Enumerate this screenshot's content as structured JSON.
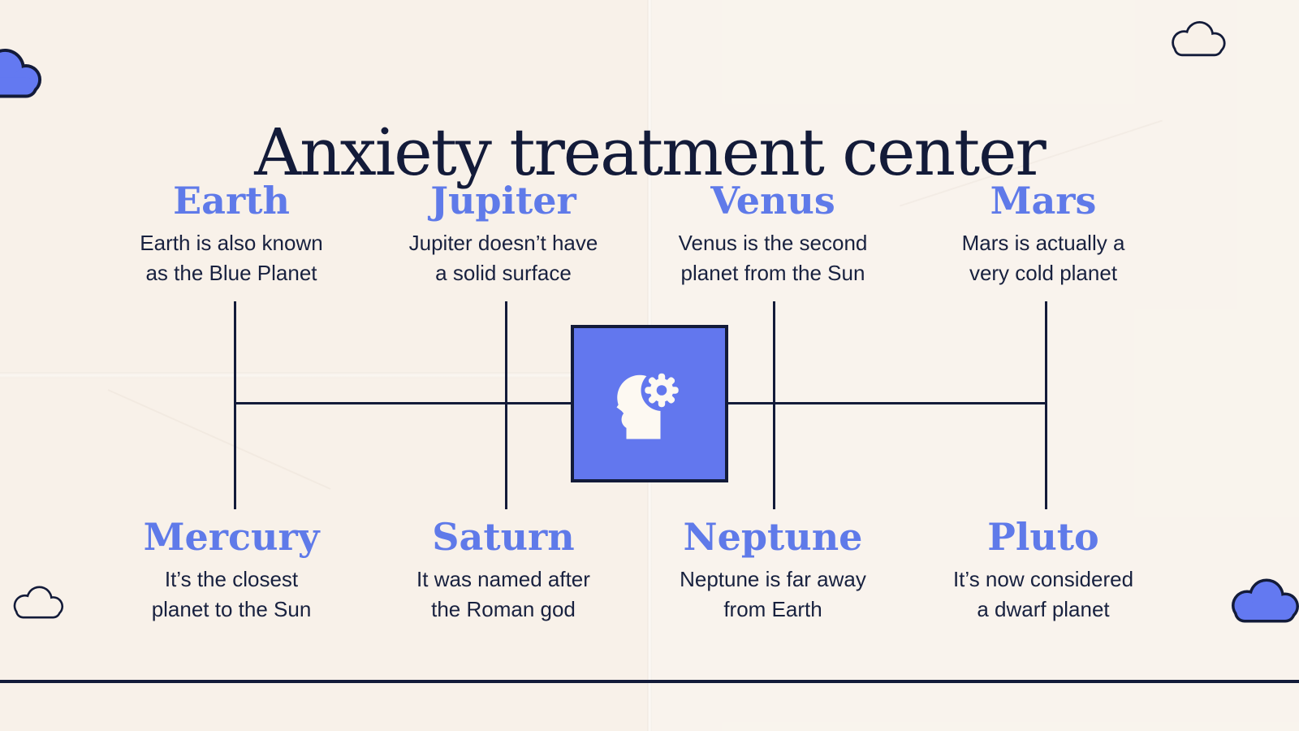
{
  "title": "Anxiety treatment center",
  "top_row": [
    {
      "name": "Earth",
      "description": "Earth is also known\nas the Blue Planet"
    },
    {
      "name": "Jupiter",
      "description": "Jupiter doesn’t have\na solid surface"
    },
    {
      "name": "Venus",
      "description": "Venus is the second\nplanet from the Sun"
    },
    {
      "name": "Mars",
      "description": "Mars is actually a\nvery cold planet"
    }
  ],
  "bottom_row": [
    {
      "name": "Mercury",
      "description": "It’s the closest\nplanet to the Sun"
    },
    {
      "name": "Saturn",
      "description": "It was named after\nthe Roman god"
    },
    {
      "name": "Neptune",
      "description": "Neptune is far away\nfrom Earth"
    },
    {
      "name": "Pluto",
      "description": "It’s now considered\na dwarf planet"
    }
  ],
  "center_icon": "head-with-gear",
  "decorations": {
    "clouds": [
      "filled-top-left",
      "outline-top-right",
      "outline-bottom-left",
      "filled-bottom-right"
    ]
  },
  "colors": {
    "background": "#f8f1e9",
    "navy": "#131b39",
    "accent_blue": "#5f7ae9",
    "icon_box_blue": "#6277ee",
    "cloud_blue": "#6379f1",
    "icon_white": "#fdf9f2"
  }
}
